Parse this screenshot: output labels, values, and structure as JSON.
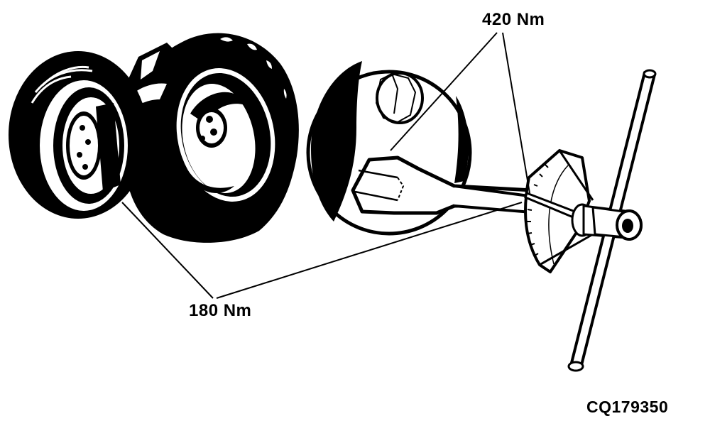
{
  "diagram": {
    "type": "technical-illustration",
    "subject": "Torque specifications for wheel nuts using a torque wrench",
    "callouts": [
      {
        "id": "inner",
        "label": "420 Nm",
        "points_to": "wheel hub nut (detail inset)"
      },
      {
        "id": "outer",
        "label": "180 Nm",
        "points_to": "wheel rim nuts (dual wheels)"
      }
    ],
    "figure_code": "CQ179350",
    "colors": {
      "ink": "#000000",
      "paper": "#ffffff"
    }
  },
  "labels": {
    "torque_high": "420 Nm",
    "torque_low": "180 Nm",
    "figure_code": "CQ179350"
  }
}
